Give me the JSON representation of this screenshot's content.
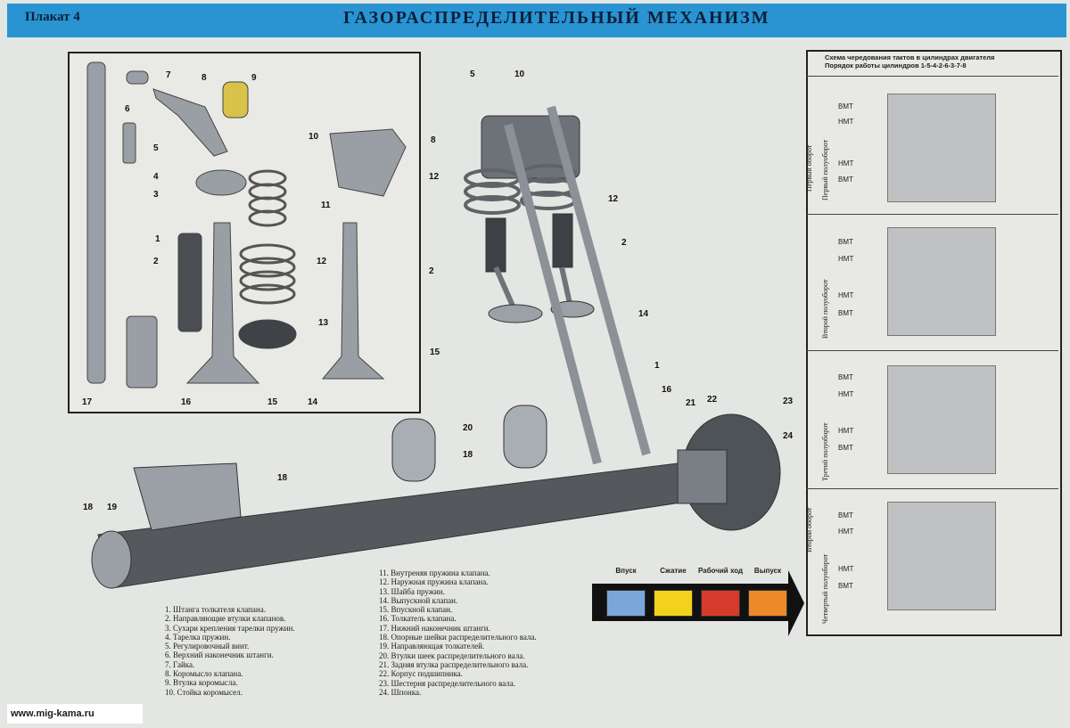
{
  "header": {
    "poster_number": "Плакат 4",
    "title": "ГАЗОРАСПРЕДЕЛИТЕЛЬНЫЙ МЕХАНИЗМ"
  },
  "legend": [
    "1. Штанга толкателя клапана.",
    "2. Направляющие втулки клапанов.",
    "3. Сухари крепления тарелки пружин.",
    "4. Тарелка пружин.",
    "5. Регулировочный винт.",
    "6. Верхний наконечник штанги.",
    "7. Гайка.",
    "8. Коромысло клапана.",
    "9. Втулка коромысла.",
    "10. Стойка коромысел."
  ],
  "legend2": [
    "11. Внутреняя пружина клапана.",
    "12. Наружная пружина клапана.",
    "13. Шайба пружин.",
    "14. Выпускной клапан.",
    "15. Впускной клапан.",
    "16. Толкатель клапана.",
    "17. Нижний наконечник штанги.",
    "18. Опорные шейки распределительного вала.",
    "19. Направляющая толкателей.",
    "20. Втулки шеек распределительного вала.",
    "21. Задняя втулка распределительного вала.",
    "22. Корпус подшипника.",
    "23. Шестерня распределительного вала.",
    "24. Шпонка."
  ],
  "strokes": {
    "intake": "Впуск",
    "compression": "Сжатие",
    "power": "Рабочий ход",
    "exhaust": "Выпуск",
    "colors": {
      "intake": "#7aa6dc",
      "compression": "#f2d21c",
      "power": "#d63a2a",
      "exhaust": "#ec8a2a"
    }
  },
  "panel": {
    "title": "Схема чередования тактов в цилиндрах двигателя",
    "order": "Порядок работы цилиндров 1-5-4-2-6-3-7-8",
    "revolutions": [
      "Первый оборот",
      "Второй оборот"
    ],
    "half_revolutions": [
      "Первый полуоборот",
      "Второй полуоборот",
      "Третий полуоборот",
      "Четвертый полуоборот"
    ],
    "tdc": "ВМТ",
    "bdc": "НМТ"
  },
  "inset_numbers": [
    "6",
    "7",
    "8",
    "9",
    "5",
    "10",
    "4",
    "3",
    "11",
    "1",
    "2",
    "12",
    "13",
    "17",
    "16",
    "15",
    "14"
  ],
  "main_numbers": [
    "5",
    "10",
    "8",
    "12",
    "12",
    "2",
    "2",
    "14",
    "15",
    "1",
    "16",
    "22",
    "21",
    "23",
    "24",
    "20",
    "18",
    "18",
    "19",
    "18"
  ],
  "website": "www.mig-kama.ru"
}
